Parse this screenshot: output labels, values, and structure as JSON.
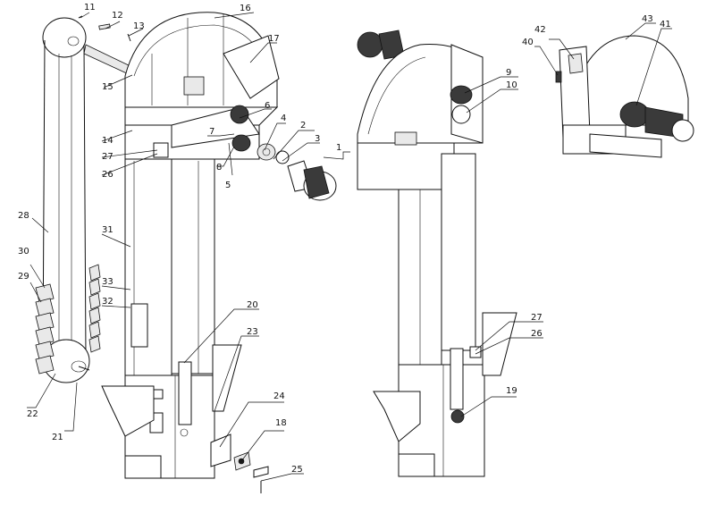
{
  "callouts": {
    "c1": "1",
    "c2": "2",
    "c3": "3",
    "c4": "4",
    "c5": "5",
    "c6": "6",
    "c7": "7",
    "c8": "8",
    "c9": "9",
    "c10": "10",
    "c11": "11",
    "c12": "12",
    "c13": "13",
    "c14": "14",
    "c15": "15",
    "c16": "16",
    "c17": "17",
    "c18": "18",
    "c19": "19",
    "c20": "20",
    "c21": "21",
    "c22": "22",
    "c23": "23",
    "c24": "24",
    "c25": "25",
    "c26a": "26",
    "c26b": "26",
    "c27a": "27",
    "c27b": "27",
    "c28": "28",
    "c29": "29",
    "c30": "30",
    "c31": "31",
    "c32": "32",
    "c33": "33",
    "c40": "40",
    "c41": "41",
    "c42": "42",
    "c43": "43"
  },
  "colors": {
    "line": "#111111",
    "background": "#ffffff",
    "fill_dark": "#1a1a1a",
    "fill_light": "#e9e9e9"
  }
}
